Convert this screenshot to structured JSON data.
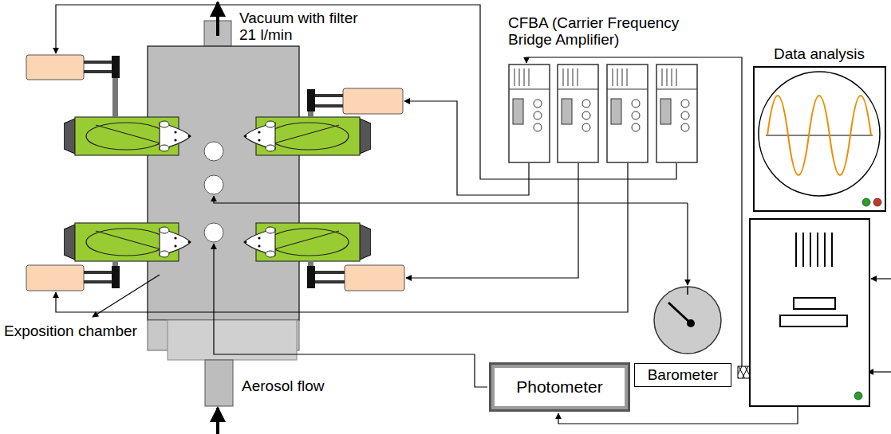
{
  "diagram": {
    "nodes": [
      {
        "text": [
          "Photometer"
        ]
      },
      {
        "text": [
          "Barometer"
        ]
      }
    ],
    "labels": [
      "Vacuum with filter 21 l/min",
      "CFBA (Carrier Frequency Bridge Amplifier)",
      "Data analysis",
      "Exposition chamber",
      "Aerosol flow"
    ]
  }
}
